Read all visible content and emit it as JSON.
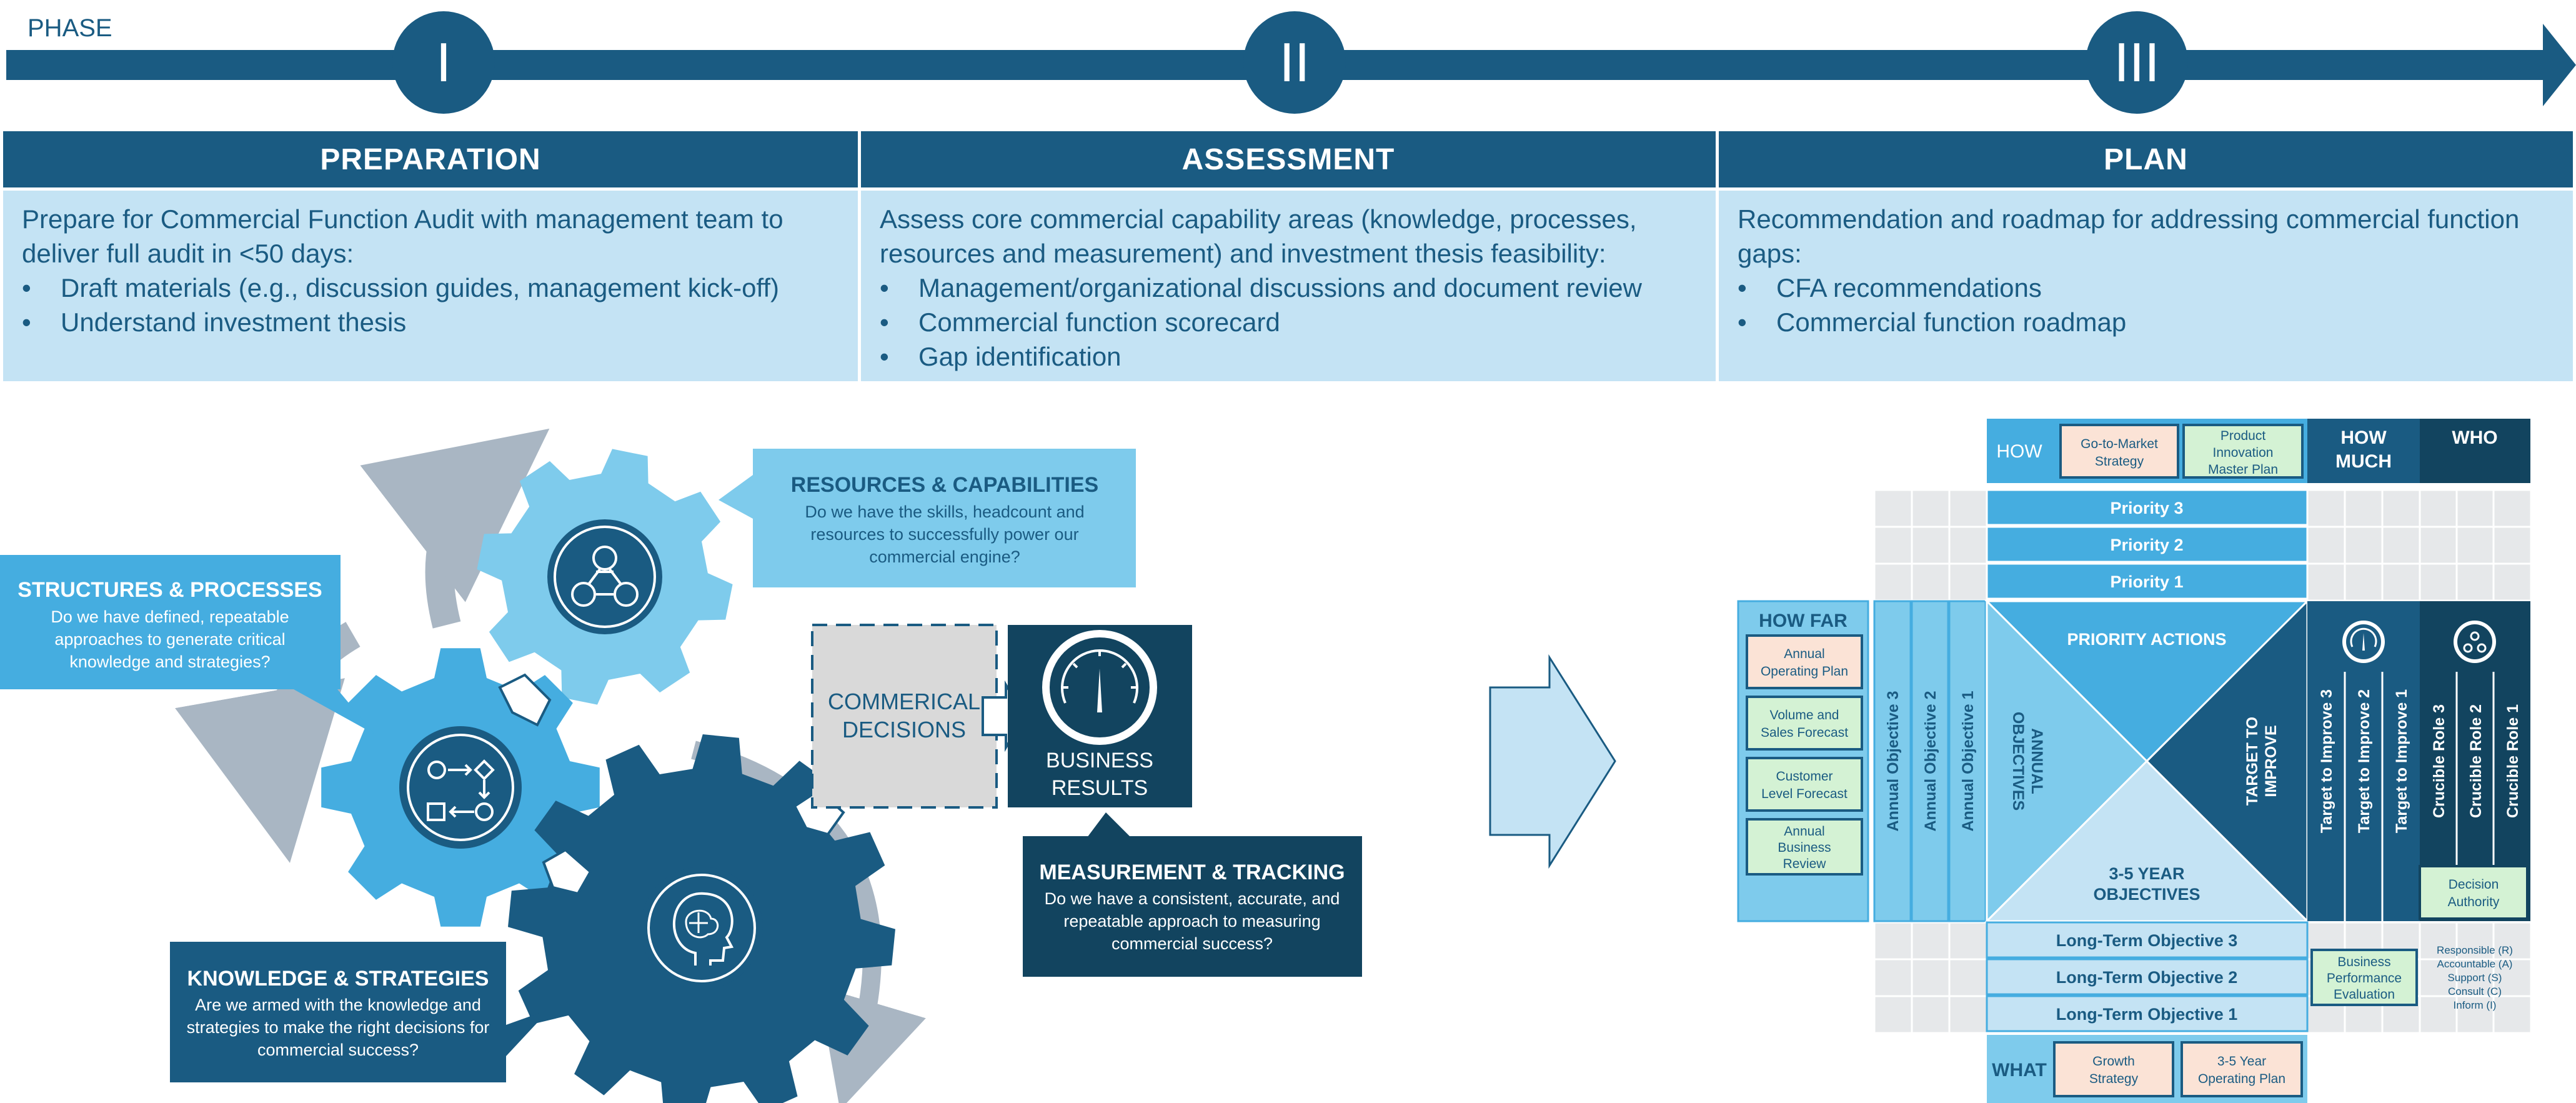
{
  "phase_label": "PHASE",
  "phases": [
    {
      "numeral": "I",
      "title": "PREPARATION",
      "intro": "Prepare for Commercial Function Audit with management team to deliver full audit in <50 days:",
      "bullets": [
        "Draft materials (e.g., discussion guides, management kick-off)",
        "Understand investment thesis"
      ]
    },
    {
      "numeral": "II",
      "title": "ASSESSMENT",
      "intro": "Assess core commercial capability areas (knowledge, processes, resources and measurement) and investment thesis feasibility:",
      "bullets": [
        "Management/organizational discussions and document review",
        "Commercial function scorecard",
        "Gap identification"
      ]
    },
    {
      "numeral": "III",
      "title": "PLAN",
      "intro": "Recommendation and roadmap for addressing commercial function gaps:",
      "bullets": [
        "CFA recommendations",
        "Commercial function roadmap"
      ]
    }
  ],
  "gears": {
    "structures": {
      "title": "STRUCTURES & PROCESSES",
      "lines": [
        "Do we have defined, repeatable",
        "approaches to generate critical",
        "knowledge and strategies?"
      ]
    },
    "resources": {
      "title": "RESOURCES & CAPABILITIES",
      "lines": [
        "Do we have the skills, headcount and",
        "resources to successfully power our",
        "commercial engine?"
      ]
    },
    "knowledge": {
      "title": "KNOWLEDGE & STRATEGIES",
      "lines": [
        "Are we armed with the knowledge and",
        "strategies to make the right decisions for",
        "commercial success?"
      ]
    },
    "measurement": {
      "title": "MEASUREMENT & TRACKING",
      "lines": [
        "Do we have a consistent, accurate, and",
        "repeatable approach to measuring",
        "commercial success?"
      ]
    },
    "decisions": [
      "COMMERICAL",
      "DECISIONS"
    ],
    "results": [
      "BUSINESS",
      "RESULTS"
    ]
  },
  "matrix": {
    "how": {
      "label": "HOW",
      "items": [
        [
          "Go-to-Market",
          "Strategy"
        ],
        [
          "Product",
          "Innovation",
          "Master Plan"
        ]
      ]
    },
    "how_much": [
      "HOW",
      "MUCH"
    ],
    "who": "WHO",
    "priorities": [
      "Priority 3",
      "Priority 2",
      "Priority 1"
    ],
    "how_far": {
      "label": "HOW FAR",
      "items": [
        [
          "Annual",
          "Operating Plan"
        ],
        [
          "Volume and",
          "Sales Forecast"
        ],
        [
          "Customer",
          "Level Forecast"
        ],
        [
          "Annual",
          "Business",
          "Review"
        ]
      ]
    },
    "annual_objectives": [
      "Annual Objective 3",
      "Annual Objective 2",
      "Annual Objective 1"
    ],
    "center": {
      "top": "PRIORITY ACTIONS",
      "left": [
        "ANNUAL",
        "OBJECTIVES"
      ],
      "right": [
        "TARGET TO",
        "IMPROVE"
      ],
      "bottom": [
        "3-5 YEAR",
        "OBJECTIVES"
      ]
    },
    "targets": [
      "Target to Improve 3",
      "Target to Improve 2",
      "Target to Improve 1"
    ],
    "roles": [
      "Crucible Role 3",
      "Crucible Role 2",
      "Crucible Role 1"
    ],
    "decision_authority": [
      "Decision",
      "Authority"
    ],
    "long_term": [
      "Long-Term Objective 3",
      "Long-Term Objective 2",
      "Long-Term Objective 1"
    ],
    "business_performance": [
      "Business",
      "Performance",
      "Evaluation"
    ],
    "raci": [
      "Responsible (R)",
      "Accountable (A)",
      "Support (S)",
      "Consult (C)",
      "Inform (I)"
    ],
    "what": {
      "label": "WHAT",
      "items": [
        [
          "Growth",
          "Strategy"
        ],
        [
          "3-5 Year",
          "Operating Plan"
        ]
      ]
    }
  },
  "colors": {
    "navy": "#1a5b82",
    "dark": "#12445f",
    "mid": "#45ade0",
    "light": "#7ecbec",
    "pale": "#c4e3f4",
    "grey": "#e6e8ea",
    "peach": "#fbe3d6",
    "mint": "#d4f2d4"
  }
}
